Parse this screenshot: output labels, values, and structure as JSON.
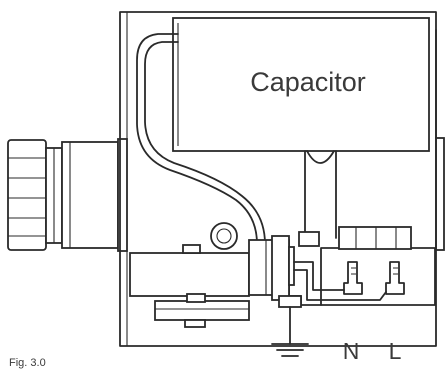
{
  "labels": {
    "capacitor": "Capacitor",
    "neutral": "N",
    "live": "L",
    "caption": "Fig. 3.0"
  }
}
